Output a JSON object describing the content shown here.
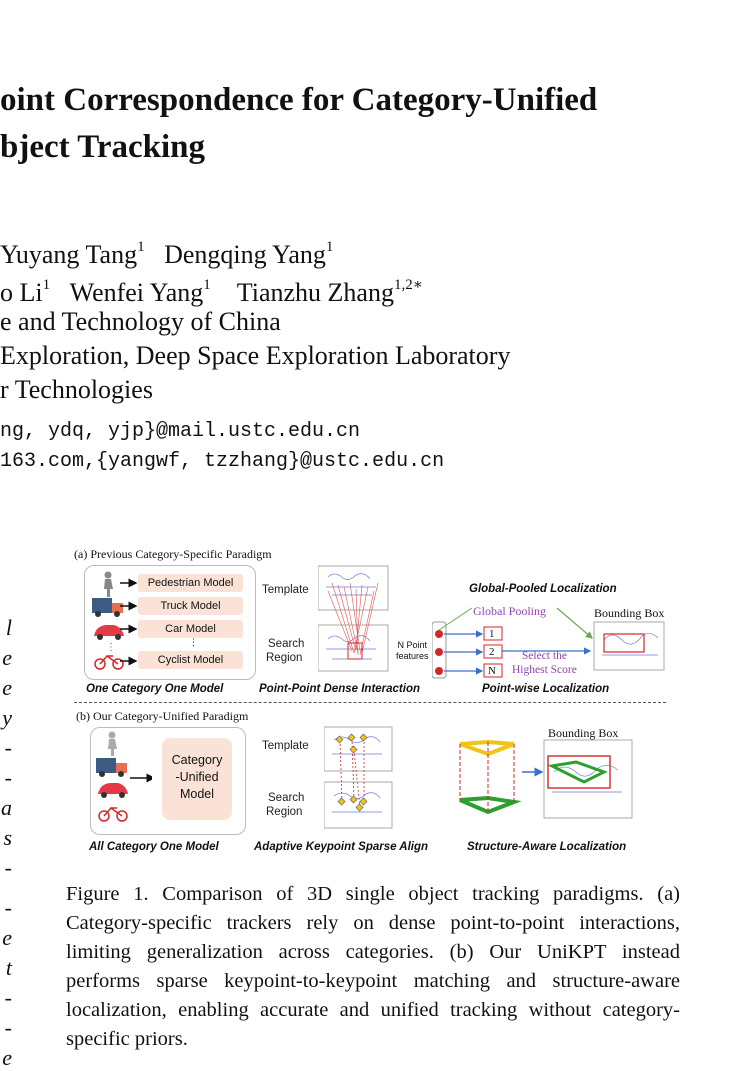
{
  "title": {
    "line1": "oint Correspondence for Category-Unified",
    "line2": "bject Tracking"
  },
  "authors": {
    "line1": {
      "a1": "Yuyang Tang",
      "a1_sup": "1",
      "a2": "Dengqing Yang",
      "a2_sup": "1"
    },
    "line2": {
      "a0": "o Li",
      "a0_sup": "1",
      "a1": "Wenfei Yang",
      "a1_sup": "1",
      "a2": "Tianzhu Zhang",
      "a2_sup": "1,2∗"
    }
  },
  "affiliations": [
    "e and Technology of China",
    "Exploration, Deep Space Exploration Laboratory",
    "r Technologies"
  ],
  "emails": [
    "ng, ydq, yjp}@mail.ustc.edu.cn",
    "163.com,{yangwf, tzzhang}@ustc.edu.cn"
  ],
  "left_column_fragments": [
    "l",
    "e",
    "e",
    "y",
    "-",
    "-",
    "a",
    "s",
    "-",
    "-",
    "e",
    "t",
    "-",
    "-",
    "e"
  ],
  "figure": {
    "panel_a_title": "(a) Previous Category-Specific Paradigm",
    "panel_b_title": "(b) Our Category-Unified Paradigm",
    "models": [
      "Pedestrian Model",
      "Truck Model",
      "Car Model",
      "Cyclist Model"
    ],
    "ellipsis": "⋮",
    "unified_model": [
      "Category",
      "-Unified",
      "Model"
    ],
    "template_label": "Template",
    "search_label": [
      "Search",
      "Region"
    ],
    "n_point": [
      "N Point",
      "features"
    ],
    "global_pooled": "Global-Pooled Localization",
    "global_pooling": "Global Pooling",
    "bounding_box": "Bounding Box",
    "select": [
      "Select the",
      "Highest Score"
    ],
    "idx": [
      "1",
      "2",
      "N"
    ],
    "captions_a": [
      "One Category One Model",
      "Point-Point Dense Interaction",
      "Point-wise Localization"
    ],
    "captions_b": [
      "All Category One Model",
      "Adaptive Keypoint Sparse Align",
      "Structure-Aware Localization"
    ],
    "colors": {
      "model_fill": "#fae3d6",
      "purple": "#8e44ad",
      "red": "#d62728",
      "green": "#2ca02c",
      "yellow": "#f2c418",
      "blue": "#3b6fc9"
    }
  },
  "caption": "Figure 1.  Comparison of 3D single object tracking paradigms. (a) Category-specific trackers rely on dense point-to-point interactions, limiting generalization across categories.  (b) Our UniKPT instead performs sparse keypoint-to-keypoint matching and structure-aware localization, enabling accurate and unified tracking without category-specific priors."
}
